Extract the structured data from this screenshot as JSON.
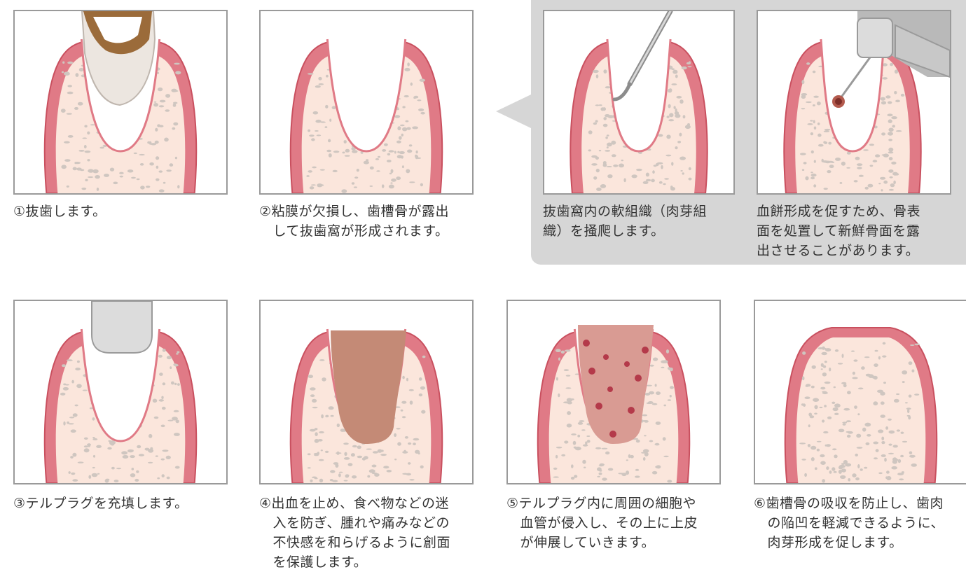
{
  "captions": {
    "c1": "①抜歯します。",
    "c2": "②粘膜が欠損し、歯槽骨が露出\n　して抜歯窩が形成されます。",
    "c3": "抜歯窩内の軟組織（肉芽組\n織）を掻爬します。",
    "c4": "血餅形成を促すため、骨表\n面を処置して新鮮骨面を露\n出させることがあります。",
    "c5": "③テルプラグを充填します。",
    "c6": "④出血を止め、食べ物などの迷\n　入を防ぎ、腫れや痛みなどの\n　不快感を和らげるように創面\n　を保護します。",
    "c7": "⑤テルプラグ内に周囲の細胞や\n　血管が侵入し、その上に上皮\n　が伸展していきます。",
    "c8": "⑥歯槽骨の吸収を防止し、歯肉\n　の陥凹を軽減できるように、\n　肉芽形成を促します。"
  },
  "colors": {
    "gum": "#e07a86",
    "gum_edge": "#c9505f",
    "bone_bg": "#fbe6dc",
    "bone_spot": "#cfc6c0",
    "panel_border": "#9a9a9a",
    "callout_bg": "#d6d6d6",
    "plug_fill": "#c48a76",
    "tooth": "#ece6e0",
    "decay": "#9b6b3a",
    "blood": "#b43a4a"
  }
}
